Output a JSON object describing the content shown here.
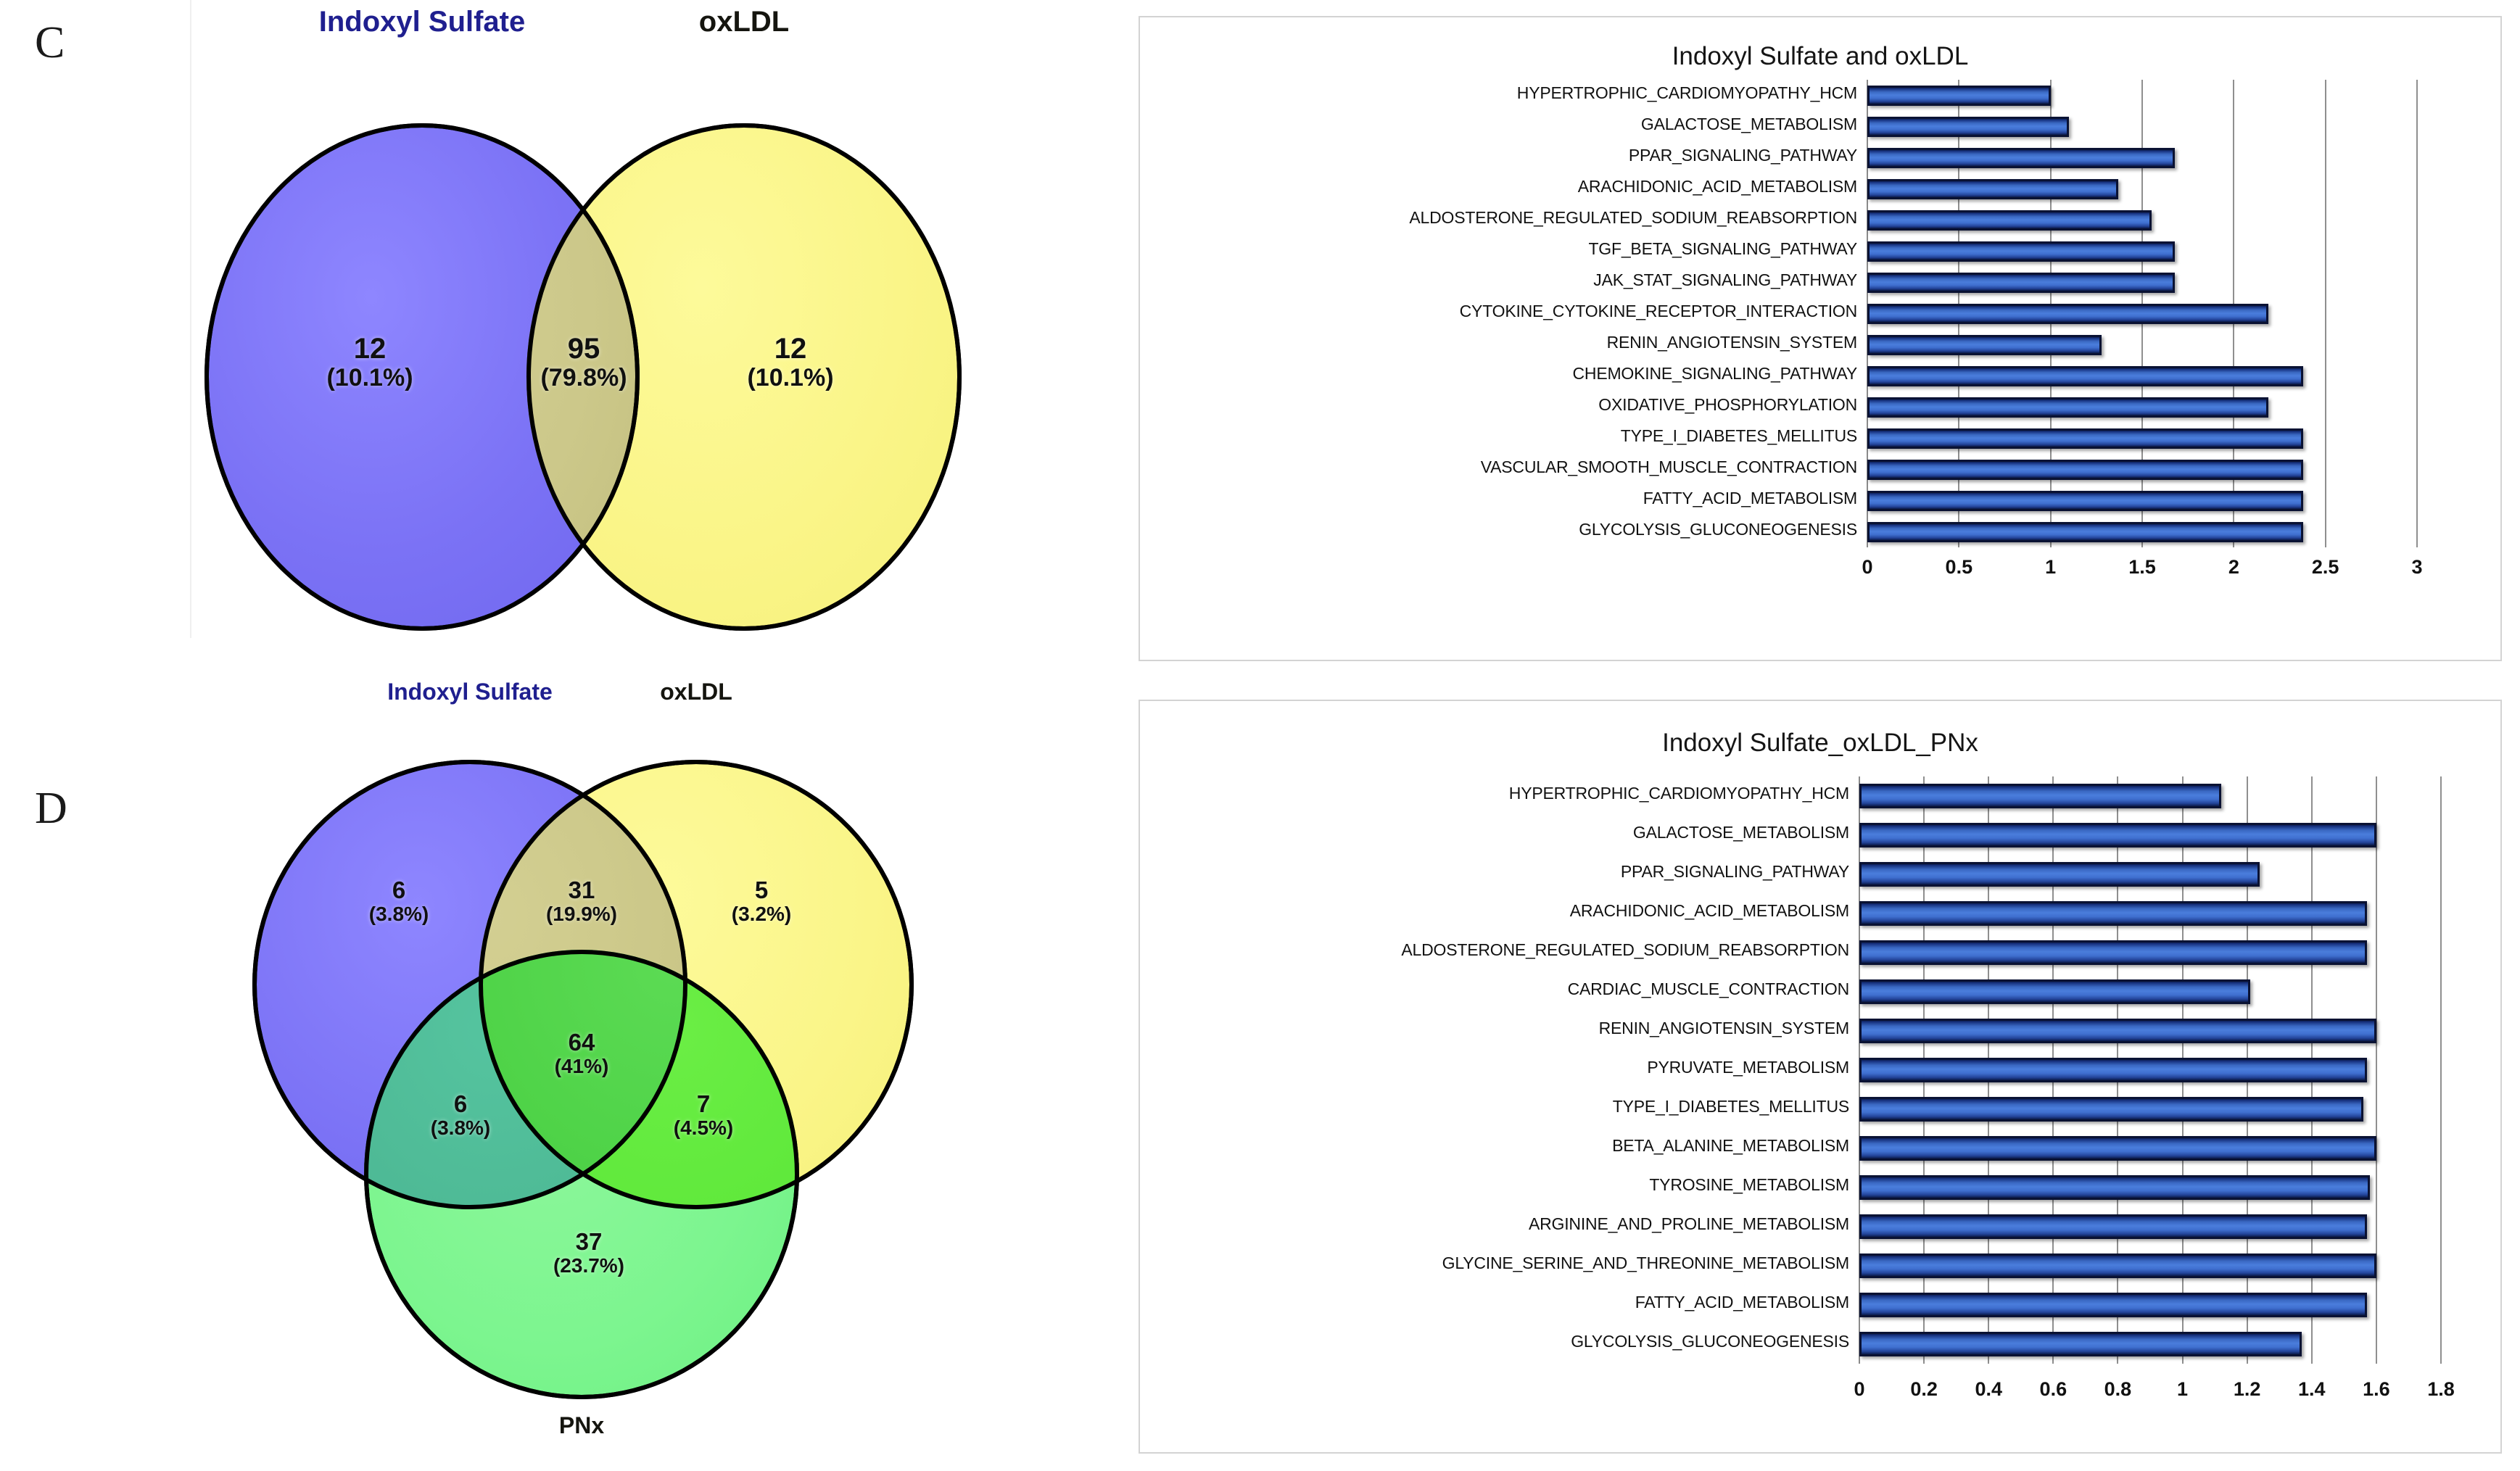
{
  "panels": {
    "c_letter": "C",
    "d_letter": "D"
  },
  "venn_c": {
    "titles": {
      "left": "Indoxyl Sulfate",
      "right": "oxLDL"
    },
    "regions": [
      {
        "name": "indoxyl-sulfate-only",
        "count": "12",
        "percent": "(10.1%)"
      },
      {
        "name": "intersection",
        "count": "95",
        "percent": "(79.8%)"
      },
      {
        "name": "oxldl-only",
        "count": "12",
        "percent": "(10.1%)"
      }
    ],
    "colors": {
      "left": "#7b72f5",
      "right": "#faf588",
      "intersection": "#ccc88a"
    }
  },
  "venn_d": {
    "titles": {
      "top_left": "Indoxyl Sulfate",
      "top_right": "oxLDL",
      "bottom": "PNx"
    },
    "regions": [
      {
        "name": "indoxyl-sulfate-only",
        "count": "6",
        "percent": "(3.8%)"
      },
      {
        "name": "indoxyl-oxldl",
        "count": "31",
        "percent": "(19.9%)"
      },
      {
        "name": "oxldl-only",
        "count": "5",
        "percent": "(3.2%)"
      },
      {
        "name": "all-three",
        "count": "64",
        "percent": "(41%)"
      },
      {
        "name": "indoxyl-pnx",
        "count": "6",
        "percent": "(3.8%)"
      },
      {
        "name": "oxldl-pnx",
        "count": "7",
        "percent": "(4.5%)"
      },
      {
        "name": "pnx-only",
        "count": "37",
        "percent": "(23.7%)"
      }
    ],
    "colors": {
      "indoxyl": "#7b72f5",
      "oxldl": "#faf588",
      "pnx": "#7cf58f",
      "indoxyl_oxldl": "#ccc88a",
      "indoxyl_pnx": "#4db894",
      "oxldl_pnx": "#5ee83a",
      "all_three": "#4fd348"
    }
  },
  "chart_data": [
    {
      "type": "bar",
      "orientation": "horizontal",
      "title": "Indoxyl Sulfate and oxLDL",
      "xlabel": "",
      "ylabel": "",
      "xlim": [
        0,
        3
      ],
      "xticks": [
        "0",
        "0.5",
        "1",
        "1.5",
        "2",
        "2.5",
        "3"
      ],
      "grid": true,
      "legend": "none",
      "bar_color": "#3a68c2",
      "categories": [
        "HYPERTROPHIC_CARDIOMYOPATHY_HCM",
        "GALACTOSE_METABOLISM",
        "PPAR_SIGNALING_PATHWAY",
        "ARACHIDONIC_ACID_METABOLISM",
        "ALDOSTERONE_REGULATED_SODIUM_REABSORPTION",
        "TGF_BETA_SIGNALING_PATHWAY",
        "JAK_STAT_SIGNALING_PATHWAY",
        "CYTOKINE_CYTOKINE_RECEPTOR_INTERACTION",
        "RENIN_ANGIOTENSIN_SYSTEM",
        "CHEMOKINE_SIGNALING_PATHWAY",
        "OXIDATIVE_PHOSPHORYLATION",
        "TYPE_I_DIABETES_MELLITUS",
        "VASCULAR_SMOOTH_MUSCLE_CONTRACTION",
        "FATTY_ACID_METABOLISM",
        "GLYCOLYSIS_GLUCONEOGENESIS"
      ],
      "values": [
        1.0,
        1.1,
        1.68,
        1.37,
        1.55,
        1.68,
        1.68,
        2.19,
        1.28,
        2.38,
        2.19,
        2.38,
        2.38,
        2.38,
        2.38
      ]
    },
    {
      "type": "bar",
      "orientation": "horizontal",
      "title": "Indoxyl Sulfate_oxLDL_PNx",
      "xlabel": "",
      "ylabel": "",
      "xlim": [
        0,
        1.8
      ],
      "xticks": [
        "0",
        "0.2",
        "0.4",
        "0.6",
        "0.8",
        "1",
        "1.2",
        "1.4",
        "1.6",
        "1.8"
      ],
      "grid": true,
      "legend": "none",
      "bar_color": "#3a68c2",
      "categories": [
        "HYPERTROPHIC_CARDIOMYOPATHY_HCM",
        "GALACTOSE_METABOLISM",
        "PPAR_SIGNALING_PATHWAY",
        "ARACHIDONIC_ACID_METABOLISM",
        "ALDOSTERONE_REGULATED_SODIUM_REABSORPTION",
        "CARDIAC_MUSCLE_CONTRACTION",
        "RENIN_ANGIOTENSIN_SYSTEM",
        "PYRUVATE_METABOLISM",
        "TYPE_I_DIABETES_MELLITUS",
        "BETA_ALANINE_METABOLISM",
        "TYROSINE_METABOLISM",
        "ARGININE_AND_PROLINE_METABOLISM",
        "GLYCINE_SERINE_AND_THREONINE_METABOLISM",
        "FATTY_ACID_METABOLISM",
        "GLYCOLYSIS_GLUCONEOGENESIS"
      ],
      "values": [
        1.12,
        1.6,
        1.24,
        1.57,
        1.57,
        1.21,
        1.6,
        1.57,
        1.56,
        1.6,
        1.58,
        1.57,
        1.6,
        1.57,
        1.37
      ]
    }
  ]
}
